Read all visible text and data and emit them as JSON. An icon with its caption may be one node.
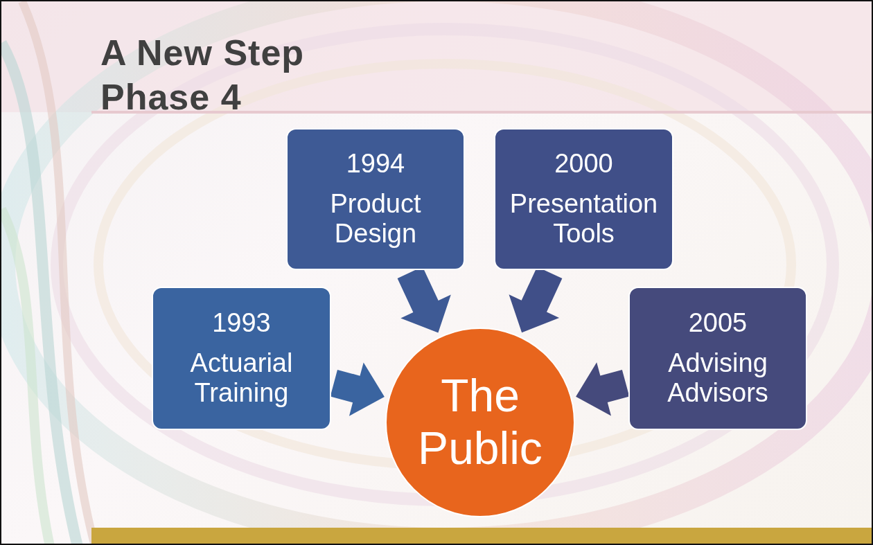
{
  "diagram": {
    "title": "A New Step Phase 4",
    "nodes": [
      {
        "text": [
          "1994",
          "Product Design"
        ]
      },
      {
        "text": [
          "2000",
          "Presentation Tools"
        ]
      },
      {
        "text": [
          "1993",
          "Actuarial Training"
        ]
      },
      {
        "text": [
          "The Public"
        ]
      },
      {
        "text": [
          "2005",
          "Advising Advisors"
        ]
      }
    ],
    "edges": [
      {
        "from": 0,
        "to": 3,
        "arrow": "to",
        "style": "thick"
      },
      {
        "from": 1,
        "to": 3,
        "arrow": "to",
        "style": "thick"
      },
      {
        "from": 2,
        "to": 3,
        "arrow": "to",
        "style": "thick"
      },
      {
        "from": 4,
        "to": 3,
        "arrow": "to",
        "style": "thick"
      }
    ]
  }
}
